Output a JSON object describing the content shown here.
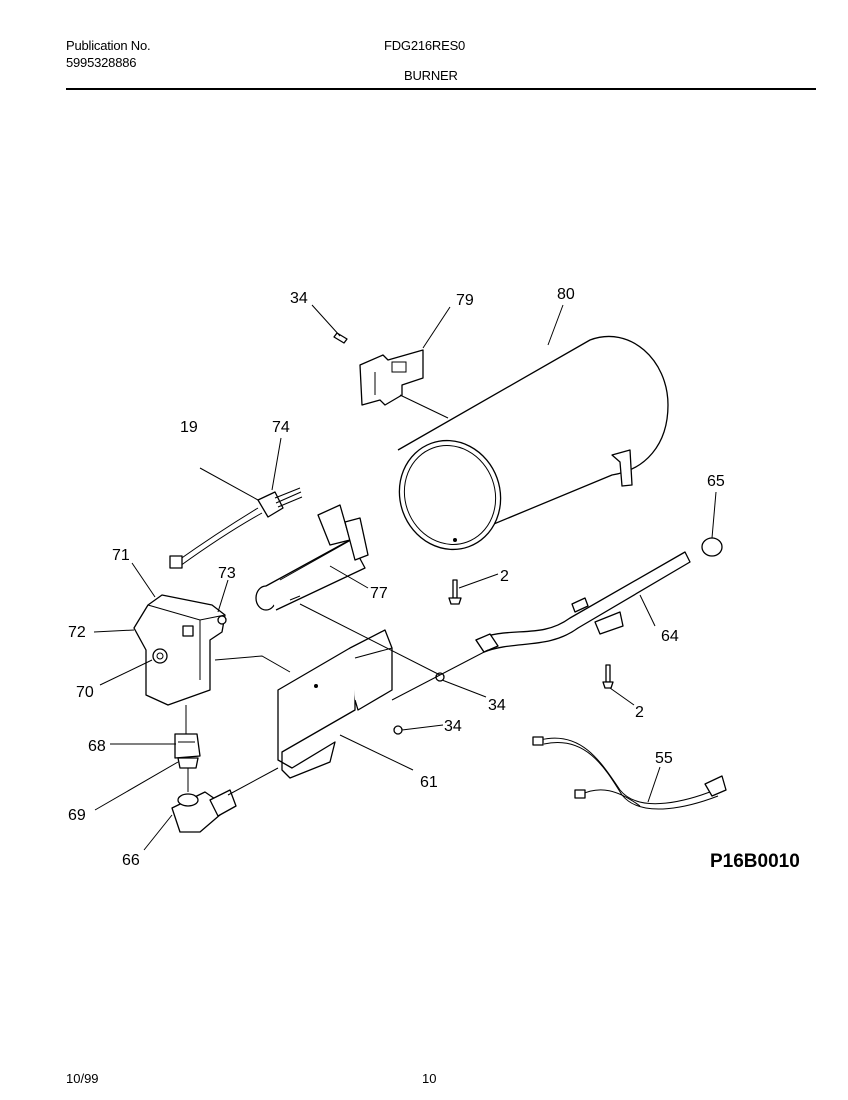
{
  "header": {
    "publication_label": "Publication No.",
    "publication_number": "5995328886",
    "model": "FDG216RES0",
    "section": "BURNER"
  },
  "diagram": {
    "drawing_code": "P16B0010",
    "callouts": {
      "c34a": "34",
      "c79": "79",
      "c80": "80",
      "c19": "19",
      "c74": "74",
      "c65": "65",
      "c71": "71",
      "c73": "73",
      "c77": "77",
      "c2a": "2",
      "c72": "72",
      "c64": "64",
      "c70": "70",
      "c34b": "34",
      "c2b": "2",
      "c34c": "34",
      "c68": "68",
      "c55": "55",
      "c61": "61",
      "c69": "69",
      "c66": "66"
    }
  },
  "footer": {
    "date": "10/99",
    "page": "10"
  }
}
